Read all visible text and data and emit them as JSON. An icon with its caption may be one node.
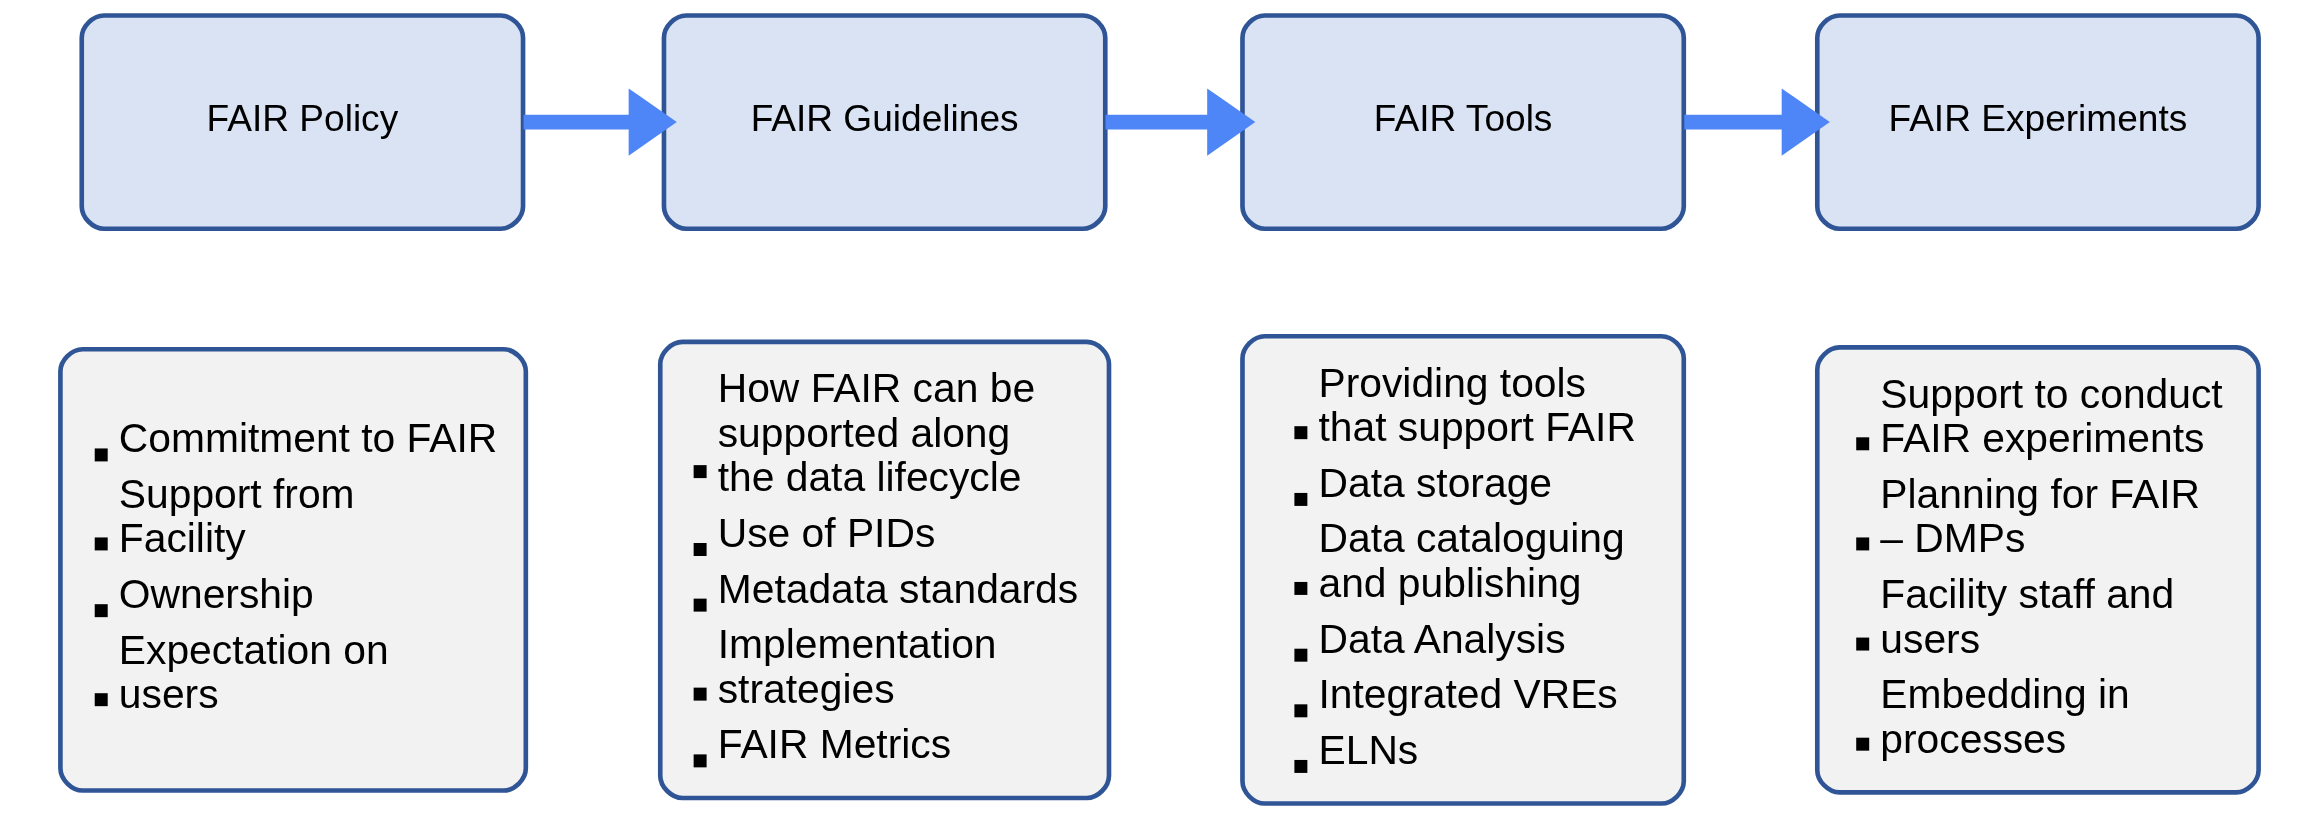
{
  "diagram": {
    "nodes": [
      {
        "text": [
          "FAIR Policy"
        ]
      },
      {
        "text": [
          "FAIR Guidelines"
        ]
      },
      {
        "text": [
          "FAIR Tools"
        ]
      },
      {
        "text": [
          "FAIR Experiments"
        ]
      },
      {
        "text": [
          "Commitment to FAIR",
          "Support from Facility",
          "Ownership",
          "Expectation on users"
        ]
      },
      {
        "text": [
          "How FAIR can be supported along the data lifecycle",
          "Use of PIDs",
          "Metadata standards",
          "Implementation strategies",
          "FAIR Metrics"
        ]
      },
      {
        "text": [
          "Providing tools that support FAIR",
          "Data storage",
          "Data cataloguing and publishing",
          "Data Analysis",
          "Integrated VREs",
          "ELNs"
        ]
      },
      {
        "text": [
          "Support to conduct FAIR experiments",
          "Planning for FAIR – DMPs",
          "Facility staff and users",
          "Embedding in processes"
        ]
      }
    ],
    "edges": [
      {
        "from": 0,
        "to": 1,
        "arrow": "to"
      },
      {
        "from": 1,
        "to": 2,
        "arrow": "to"
      },
      {
        "from": 2,
        "to": 3,
        "arrow": "to"
      }
    ]
  }
}
